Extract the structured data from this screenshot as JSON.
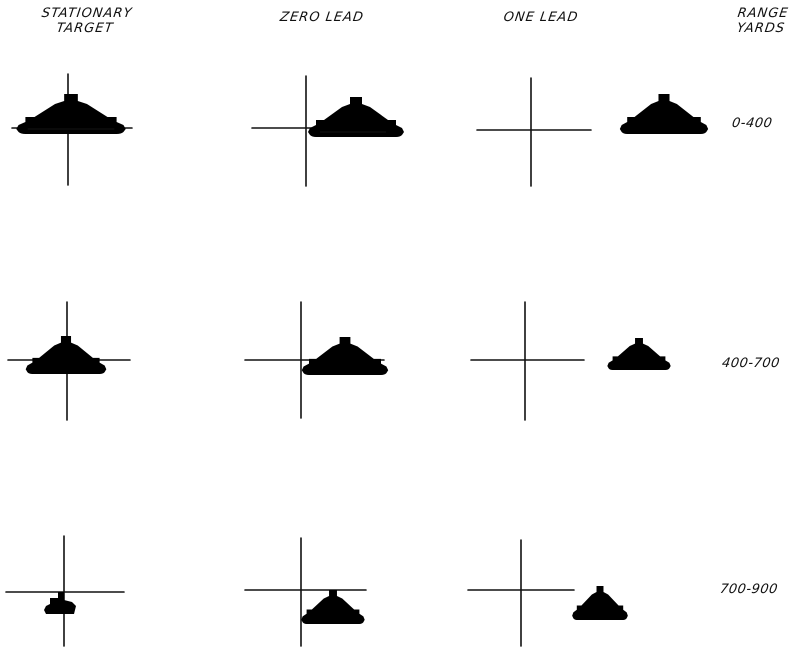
{
  "headers": {
    "stationary_line1": "STATIONARY",
    "stationary_line2": "TARGET",
    "zero_lead": "ZERO LEAD",
    "one_lead": "ONE LEAD",
    "range_line1": "RANGE",
    "range_line2": "YARDS"
  },
  "ranges": [
    "0-400",
    "400-700",
    "700-900"
  ]
}
